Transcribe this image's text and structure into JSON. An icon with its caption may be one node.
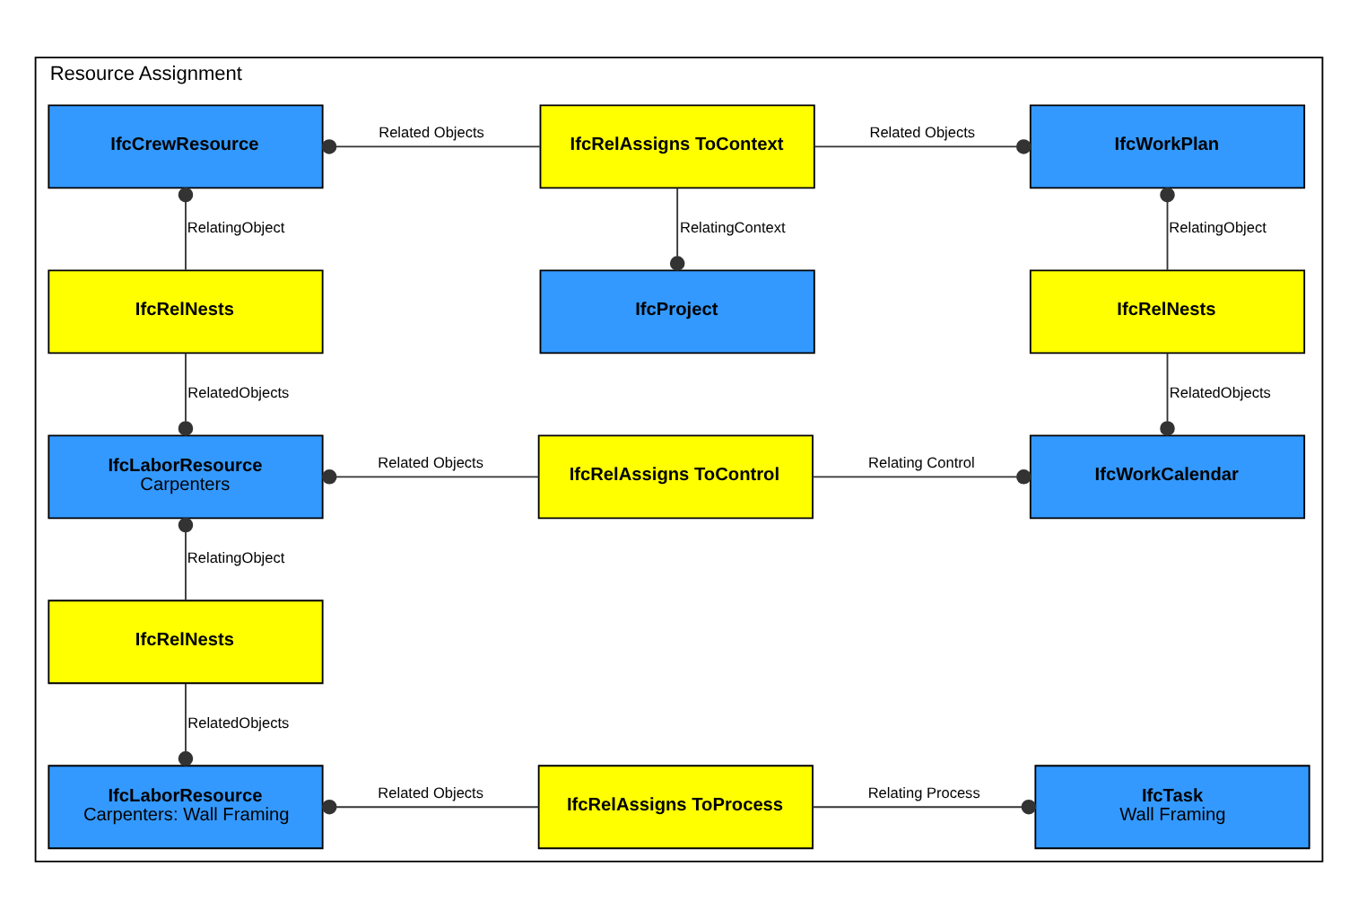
{
  "diagram": {
    "nodes": [
      {
        "text": [
          "Resource Assignment"
        ]
      },
      {
        "text": [
          "IfcCrewResource"
        ],
        "in": 0
      },
      {
        "text": [
          "IfcRelAssigns ToContext"
        ],
        "in": 0
      },
      {
        "text": [
          "IfcWorkPlan"
        ],
        "in": 0
      },
      {
        "text": [
          "IfcRelNests"
        ],
        "in": 0
      },
      {
        "text": [
          "IfcProject"
        ],
        "in": 0
      },
      {
        "text": [
          "IfcRelNests"
        ],
        "in": 0
      },
      {
        "text": [
          "IfcLaborResource",
          "Carpenters"
        ],
        "in": 0
      },
      {
        "text": [
          "IfcRelAssigns ToControl"
        ],
        "in": 0
      },
      {
        "text": [
          "IfcWorkCalendar"
        ],
        "in": 0
      },
      {
        "text": [
          "IfcRelNests"
        ],
        "in": 0
      },
      {
        "text": [
          "IfcLaborResource",
          "Carpenters: Wall Framing"
        ],
        "in": 0
      },
      {
        "text": [
          "IfcRelAssigns ToProcess"
        ],
        "in": 0
      },
      {
        "text": [
          "IfcTask",
          "Wall Framing"
        ],
        "in": 0
      }
    ],
    "edges": [
      {
        "from": 2,
        "to": 1,
        "arrow": "other",
        "label": "Related Objects"
      },
      {
        "from": 2,
        "to": 3,
        "arrow": "other",
        "label": "Related Objects"
      },
      {
        "from": 2,
        "to": 5,
        "arrow": "other",
        "label": "RelatingContext"
      },
      {
        "from": 4,
        "to": 1,
        "arrow": "other",
        "label": "RelatingObject"
      },
      {
        "from": 4,
        "to": 7,
        "arrow": "other",
        "label": "RelatedObjects"
      },
      {
        "from": 6,
        "to": 3,
        "arrow": "other",
        "label": "RelatingObject"
      },
      {
        "from": 6,
        "to": 9,
        "arrow": "other",
        "label": "RelatedObjects"
      },
      {
        "from": 8,
        "to": 7,
        "arrow": "other",
        "label": "Related Objects"
      },
      {
        "from": 8,
        "to": 9,
        "arrow": "other",
        "label": "Relating Control"
      },
      {
        "from": 10,
        "to": 7,
        "arrow": "other",
        "label": "RelatingObject"
      },
      {
        "from": 10,
        "to": 11,
        "arrow": "other",
        "label": "RelatedObjects"
      },
      {
        "from": 12,
        "to": 11,
        "arrow": "other",
        "label": "Related Objects"
      },
      {
        "from": 12,
        "to": 13,
        "arrow": "other",
        "label": "Relating Process"
      }
    ]
  }
}
